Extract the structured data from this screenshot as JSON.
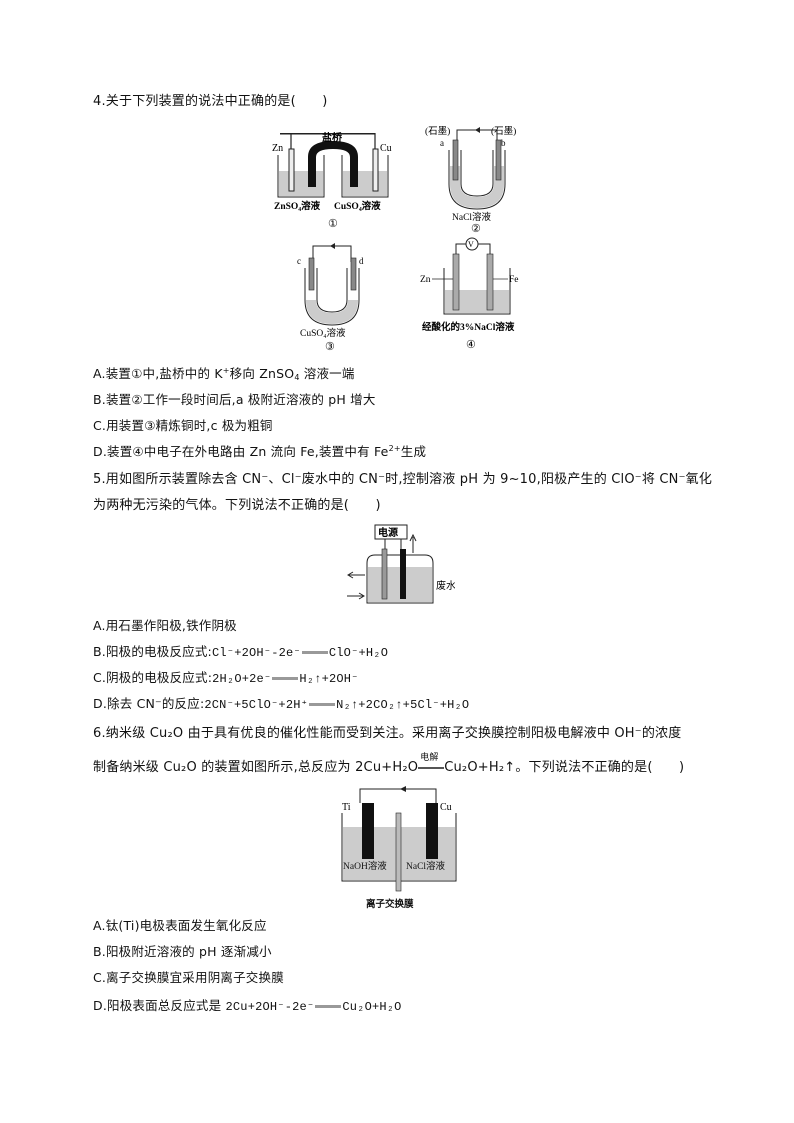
{
  "q4": {
    "stem": "4.关于下列装置的说法中正确的是(　　)",
    "figure": {
      "d1": {
        "left": "Zn",
        "right": "Cu",
        "bridge": "盐桥",
        "sol_left": "ZnSO₄溶液",
        "sol_right": "CuSO₄溶液",
        "label": "①"
      },
      "d2": {
        "left_el": "(石墨)",
        "right_el": "(石墨)",
        "a": "a",
        "b": "b",
        "solution": "NaCl溶液",
        "label": "②"
      },
      "d3": {
        "c": "c",
        "d": "d",
        "solution": "CuSO₄溶液",
        "label": "③"
      },
      "d4": {
        "left": "Zn",
        "right": "Fe",
        "meter": "V",
        "solution": "经酸化的3%NaCl溶液",
        "label": "④"
      }
    },
    "options": {
      "A": {
        "pre": "A.装置①中,盐桥中的 K",
        "sup": "+",
        "post": "移向 ZnSO",
        "sub": "4",
        "tail": " 溶液一端"
      },
      "B": "B.装置②工作一段时间后,a 极附近溶液的 pH 增大",
      "C": "C.用装置③精炼铜时,c 极为粗铜",
      "D": {
        "pre": "D.装置④中电子在外电路由 Zn 流向 Fe,装置中有 Fe",
        "sup": "2+",
        "post": "生成"
      }
    }
  },
  "q5": {
    "stem_line1": "5.用如图所示装置除去含 CN⁻、Cl⁻废水中的 CN⁻时,控制溶液 pH 为 9~10,阳极产生的 ClO⁻将 CN⁻氧化",
    "stem_line2": "为两种无污染的气体。下列说法不正确的是(　　)",
    "figure": {
      "power": "电源",
      "water": "废水"
    },
    "options": {
      "A": "A.用石墨作阳极,铁作阴极",
      "B": {
        "pre": "B.阳极的电极反应式:",
        "lhs": "Cl⁻+2OH⁻-2e⁻",
        "rhs": "ClO⁻+H₂O"
      },
      "C": {
        "pre": "C.阴极的电极反应式:",
        "lhs": "2H₂O+2e⁻",
        "rhs": "H₂↑+2OH⁻"
      },
      "D": {
        "pre": "D.除去 CN⁻的反应:",
        "lhs": "2CN⁻+5ClO⁻+2H⁺",
        "rhs": "N₂↑+2CO₂↑+5Cl⁻+H₂O"
      }
    }
  },
  "q6": {
    "stem_line1": "6.纳米级 Cu₂O 由于具有优良的催化性能而受到关注。采用离子交换膜控制阳极电解液中 OH⁻的浓度",
    "stem_line2_pre": "制备纳米级 Cu₂O 的装置如图所示,总反应为 2Cu+H₂O",
    "stem_cond": "电解",
    "stem_line2_post": "Cu₂O+H₂↑。下列说法不正确的是(　　)",
    "figure": {
      "left": "Ti",
      "right": "Cu",
      "sol_left": "NaOH溶液",
      "sol_right": "NaCl溶液",
      "membrane": "离子交换膜"
    },
    "options": {
      "A": "A.钛(Ti)电极表面发生氧化反应",
      "B": "B.阳极附近溶液的 pH 逐渐减小",
      "C": "C.离子交换膜宜采用阴离子交换膜",
      "D": {
        "pre": "D.阳极表面总反应式是 ",
        "lhs": "2Cu+2OH⁻-2e⁻",
        "rhs": "Cu₂O+H₂O"
      }
    }
  }
}
